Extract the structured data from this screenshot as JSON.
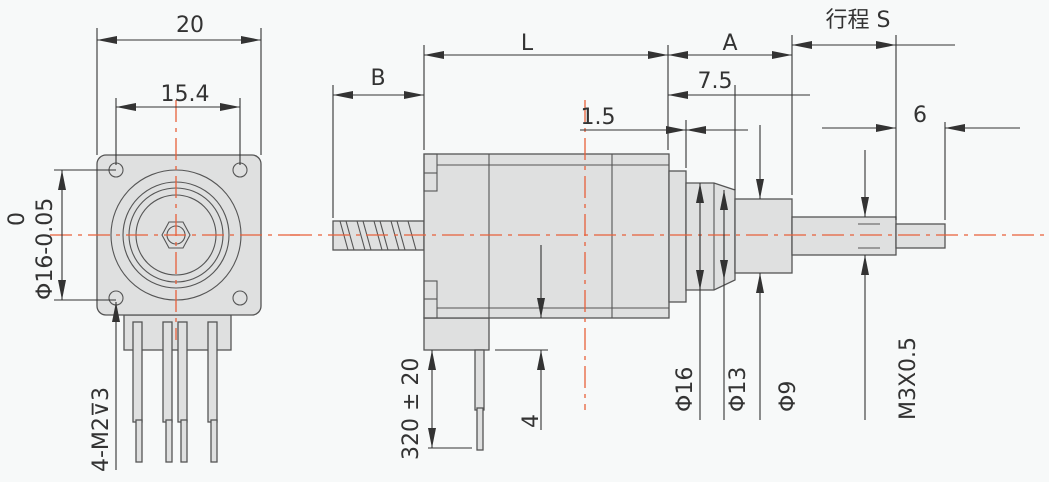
{
  "drawing": {
    "front_view": {
      "width_dim": "20",
      "hole_spacing_dim": "15.4",
      "boss_dia_dim": "Φ16-0.05",
      "boss_tol_upper": "0",
      "mount_holes": "4-M2⊽3"
    },
    "side_view": {
      "body_length": "L",
      "shaft_length": "A",
      "stroke": "行程 S",
      "screw_length": "B",
      "collar_length": "7.5",
      "flange_thickness": "1.5",
      "tip_length": "6",
      "collar_dia": "Φ16",
      "taper_dia": "Φ13",
      "bushing_dia": "Φ9",
      "thread": "M3X0.5",
      "lead_length": "320 ± 20",
      "offset": "4"
    },
    "colors": {
      "centerline": "#e8603a",
      "part_fill": "#dfe0e0"
    }
  }
}
